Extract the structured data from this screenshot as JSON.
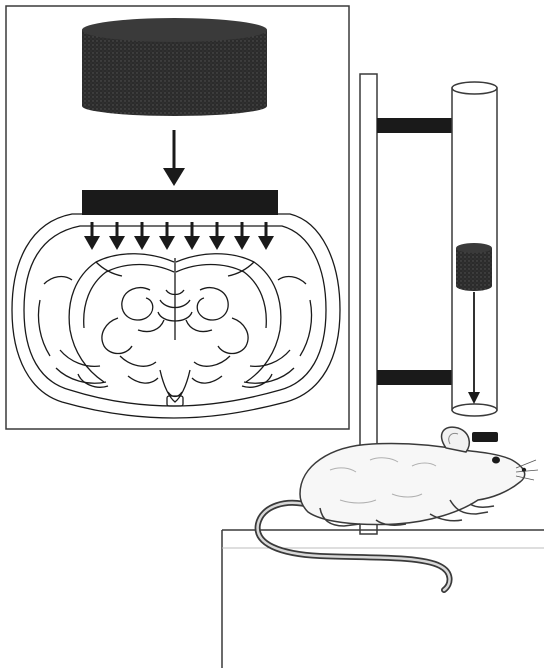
{
  "figure": {
    "domain": "diagram",
    "panels": [
      "inset-brain-injury",
      "weight-drop-apparatus"
    ],
    "labels": []
  },
  "colors": {
    "ink": "#1a1a1a",
    "weight": "#2b2b2b",
    "panel_border": "#3a3a3a",
    "paper": "#ffffff"
  },
  "icons": {
    "weight": "cylinder-weight-icon",
    "arrow": "down-arrow-icon",
    "brain": "coronal-brain-section-icon",
    "mouse": "mouse-icon"
  }
}
